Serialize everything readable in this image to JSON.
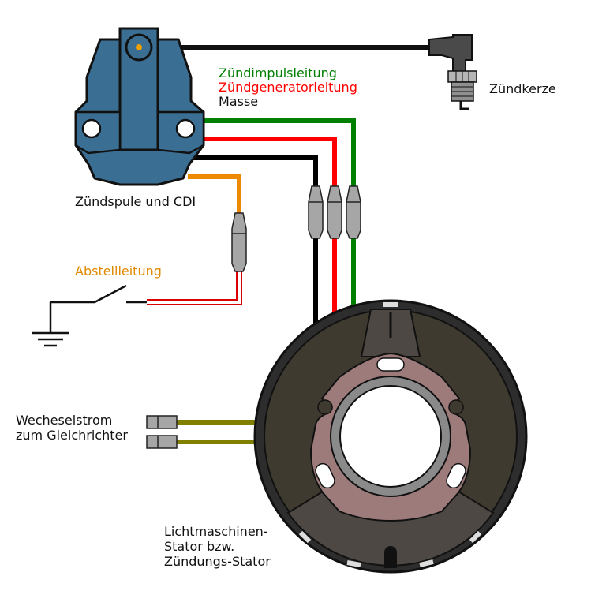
{
  "labels": {
    "ignition_pulse_line": "Zündimpulsleitung",
    "ignition_generator_line": "Zündgeneratorleitung",
    "ground": "Masse",
    "spark_plug": "Zündkerze",
    "coil_cdi": "Zündspule und CDI",
    "kill_line": "Abstellleitung",
    "ac_to_rectifier": "Wecheselstrom\nzum Gleichrichter",
    "stator": "Lichtmaschinen-\nStator bzw.\nZündungs-Stator"
  },
  "colors": {
    "pulse_wire": "#008000",
    "generator_wire": "#ff0000",
    "ground_wire": "#000000",
    "kill_wire": "#ee8a00",
    "ac_wire": "#808000",
    "coil_body": "#3b6e93",
    "stator_plate": "#3f3a2f",
    "stator_core": "#9c7b7a",
    "connector": "#a6a6a6"
  }
}
